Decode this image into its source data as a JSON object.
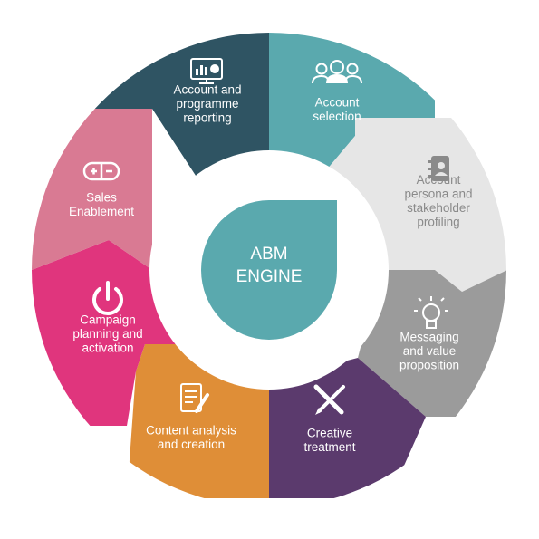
{
  "center": {
    "lines": [
      "ABM",
      "ENGINE"
    ],
    "color": "#5aa9ae"
  },
  "segments": [
    {
      "id": "account-and-programme-reporting",
      "lines": [
        "Account and",
        "programme",
        "reporting"
      ],
      "color": "#2f5463",
      "icon": "monitor-chart-icon",
      "text_style": "light"
    },
    {
      "id": "account-selection",
      "lines": [
        "Account",
        "selection"
      ],
      "color": "#5aa9ae",
      "icon": "people-group-icon",
      "text_style": "light"
    },
    {
      "id": "account-persona-and-stakeholder-profiling",
      "lines": [
        "Account",
        "persona and",
        "stakeholder",
        "profiling"
      ],
      "color": "#e6e6e6",
      "icon": "address-book-icon",
      "text_style": "dark"
    },
    {
      "id": "messaging-and-value-proposition",
      "lines": [
        "Messaging",
        "and value",
        "proposition"
      ],
      "color": "#9b9b9b",
      "icon": "lightbulb-icon",
      "text_style": "light"
    },
    {
      "id": "creative-treatment",
      "lines": [
        "Creative",
        "treatment"
      ],
      "color": "#5b3a6d",
      "icon": "pencil-brush-icon",
      "text_style": "light"
    },
    {
      "id": "content-analysis-and-creation",
      "lines": [
        "Content analysis",
        "and creation"
      ],
      "color": "#df8e37",
      "icon": "document-pen-icon",
      "text_style": "light"
    },
    {
      "id": "campaign-planning-and-activation",
      "lines": [
        "Campaign",
        "planning and",
        "activation"
      ],
      "color": "#e0357d",
      "icon": "power-icon",
      "text_style": "light"
    },
    {
      "id": "sales-enablement",
      "lines": [
        "Sales",
        "Enablement"
      ],
      "color": "#d97a93",
      "icon": "pill-icon",
      "text_style": "light"
    }
  ]
}
